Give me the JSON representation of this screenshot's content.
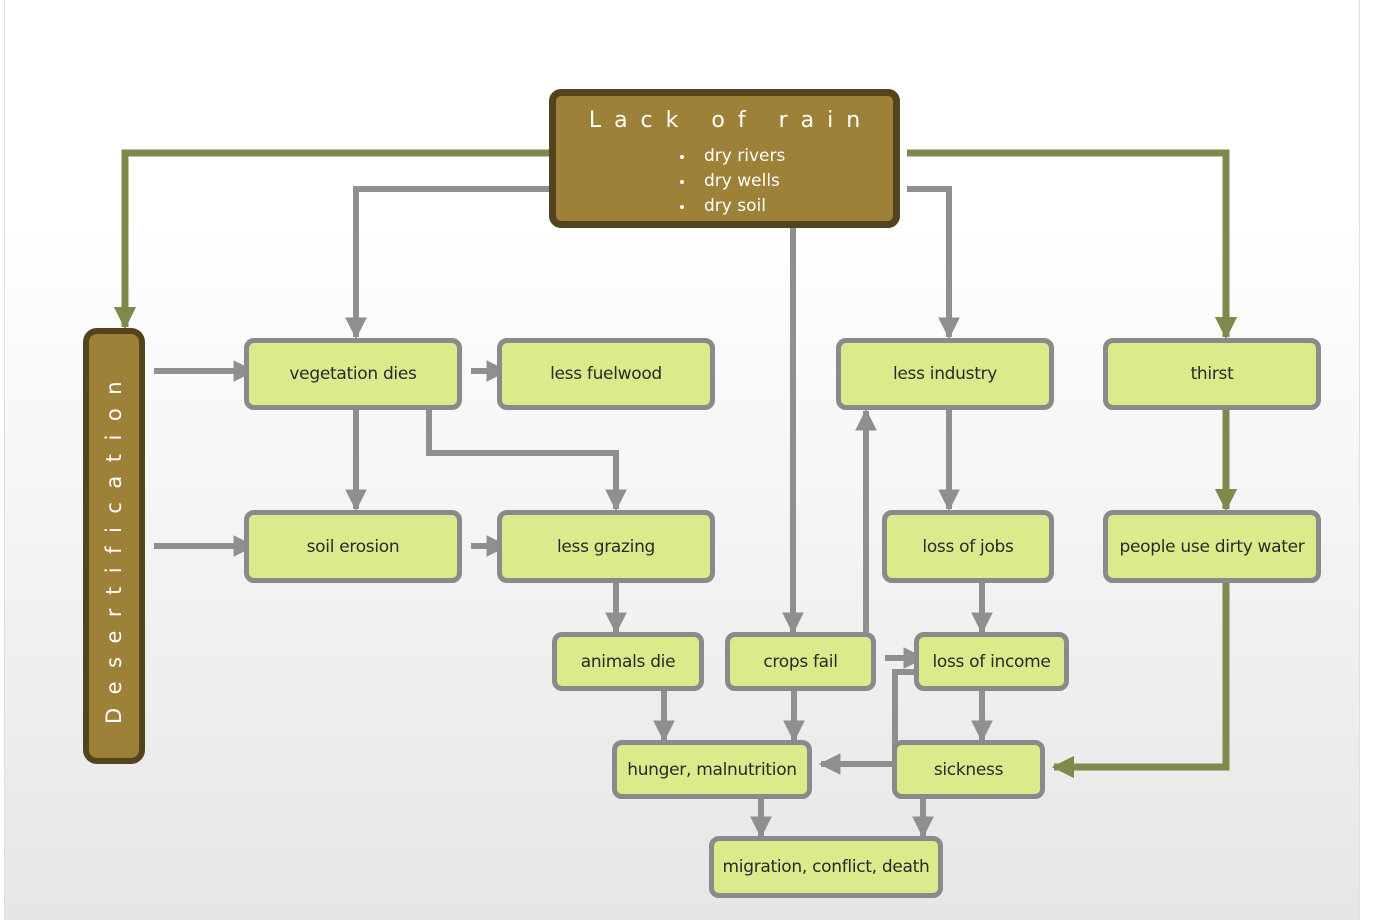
{
  "main": {
    "title": "Lack of rain",
    "items": [
      "dry rivers",
      "dry wells",
      "dry soil"
    ]
  },
  "side": {
    "label": "Desertification"
  },
  "nodes": {
    "vegetation_dies": "vegetation dies",
    "less_fuelwood": "less fuelwood",
    "less_industry": "less industry",
    "thirst": "thirst",
    "soil_erosion": "soil erosion",
    "less_grazing": "less grazing",
    "loss_of_jobs": "loss of jobs",
    "people_use_dirty_water": "people use dirty water",
    "animals_die": "animals die",
    "crops_fail": "crops fail",
    "loss_of_income": "loss of income",
    "hunger_malnutrition": "hunger,  malnutrition",
    "sickness": "sickness",
    "migration": "migration,  conflict,  death"
  },
  "colors": {
    "main_fill": "#9e8139",
    "main_border": "#54431f",
    "node_fill": "#d9eb8a",
    "node_border": "#8a8a8a",
    "gray_arrow": "#8f8f8f",
    "green_arrow": "#7d8a4c"
  }
}
